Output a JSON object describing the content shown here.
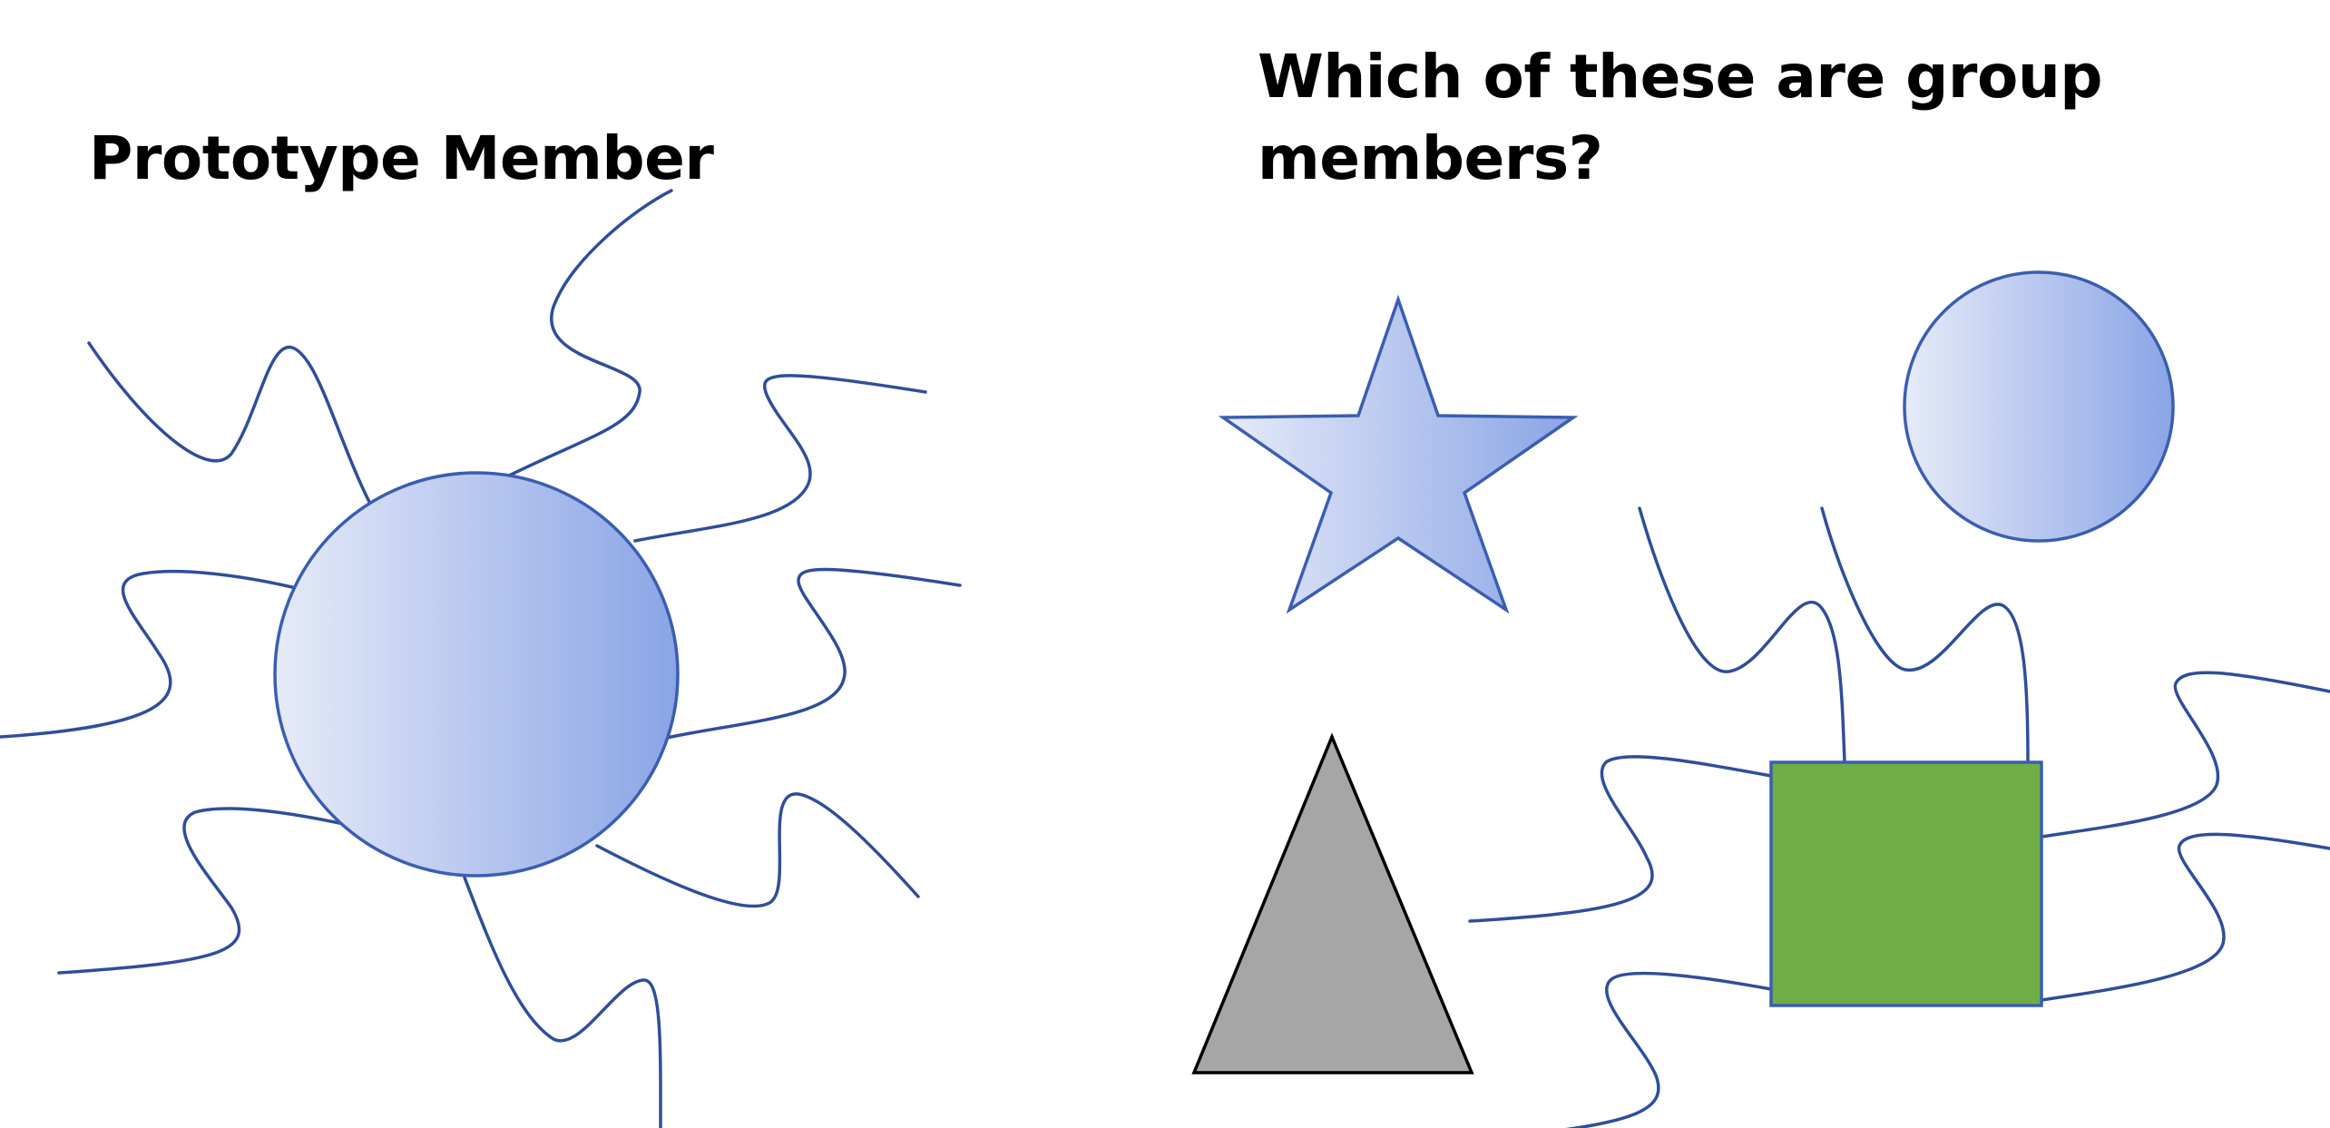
{
  "titles": {
    "prototype": "Prototype Member",
    "question_line1": "Which of these are group",
    "question_line2": "members?"
  },
  "colors": {
    "wave_stroke": "#2f4e9a",
    "gradient_light": "#e6ebf8",
    "gradient_dark": "#8aa4e6",
    "square_fill": "#70ad47",
    "square_stroke": "#3a5eb0",
    "triangle_fill": "#a6a6a6",
    "triangle_stroke": "#000000"
  },
  "shapes": {
    "prototype": "gradient-circle-with-wavy-lines",
    "candidates": [
      "gradient-star",
      "gradient-circle",
      "gray-triangle",
      "green-square-with-wavy-lines"
    ]
  }
}
